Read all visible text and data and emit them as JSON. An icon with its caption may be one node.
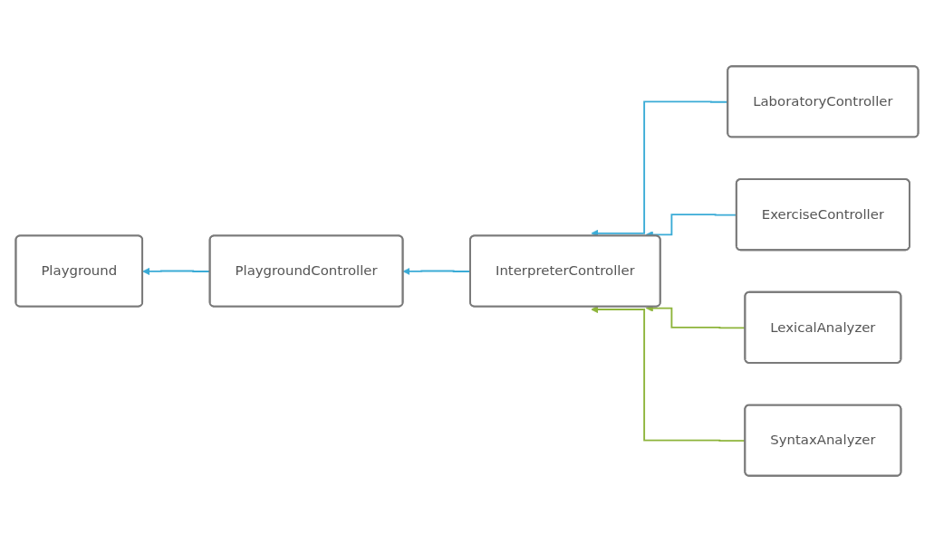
{
  "diagram": {
    "nodes": [
      {
        "text": [
          "Playground"
        ]
      },
      {
        "text": [
          "PlaygroundController"
        ]
      },
      {
        "text": [
          "LaboratoryController"
        ]
      },
      {
        "text": [
          "InterpreterController"
        ]
      },
      {
        "text": [
          "LexicalAnalyzer"
        ]
      },
      {
        "text": [
          "ExerciseController"
        ]
      },
      {
        "text": [
          "SyntaxAnalyzer"
        ]
      }
    ],
    "edges": [
      {
        "from": 1,
        "to": 0,
        "arrow": "to"
      },
      {
        "from": 3,
        "to": 1,
        "arrow": "to"
      },
      {
        "from": 2,
        "to": 3,
        "arrow": "to"
      },
      {
        "from": 5,
        "to": 3,
        "arrow": "to"
      },
      {
        "from": 4,
        "to": 3,
        "arrow": "to",
        "color": "#8db43a"
      },
      {
        "from": 6,
        "to": 3,
        "arrow": "to",
        "color": "#8db43a"
      }
    ]
  }
}
